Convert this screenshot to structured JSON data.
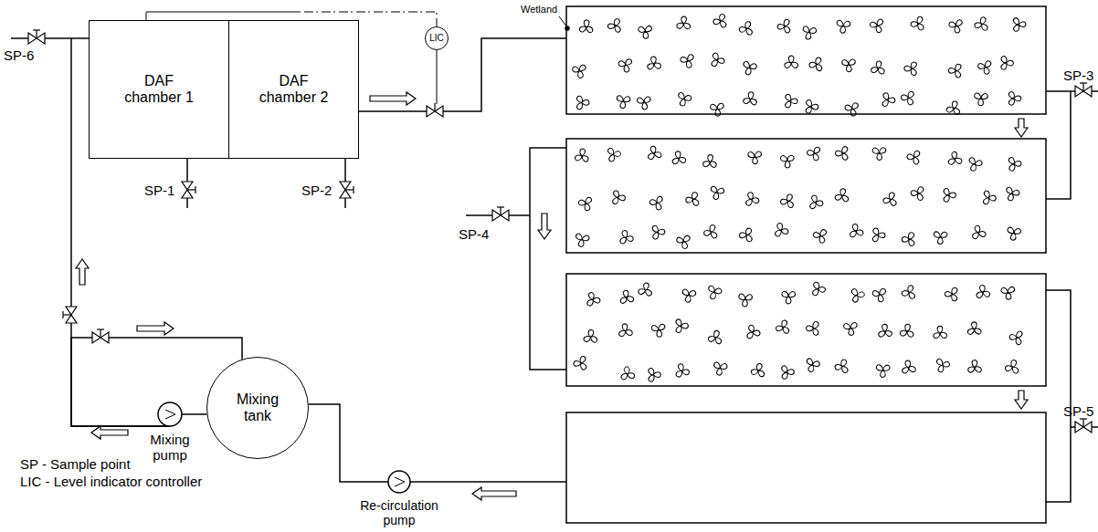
{
  "diagram": {
    "nodes": [
      {
        "text": [
          "DAF chamber 1"
        ]
      },
      {
        "text": [
          "DAF chamber 2"
        ]
      },
      {
        "text": [
          "LIC"
        ]
      },
      {
        "text": [
          "Mixing tank"
        ]
      },
      {
        "text": [
          "Mixing pump"
        ]
      },
      {
        "text": [
          "Re-circulation pump"
        ]
      }
    ],
    "edges": [
      {
        "from": 0,
        "to": 2,
        "arrow": "none"
      },
      {
        "from": 3,
        "to": 4,
        "arrow": "none"
      },
      {
        "from": 4,
        "to": 0,
        "arrow": "none"
      },
      {
        "from": 4,
        "to": 3,
        "arrow": "none"
      },
      {
        "from": 5,
        "to": 3,
        "arrow": "none"
      }
    ],
    "labels": [
      "Wetland",
      "SP-6",
      "SP-1",
      "SP-2",
      "SP-3",
      "SP-4",
      "SP-5",
      "SP - Sample point",
      "LIC - Level indicator controller"
    ]
  }
}
